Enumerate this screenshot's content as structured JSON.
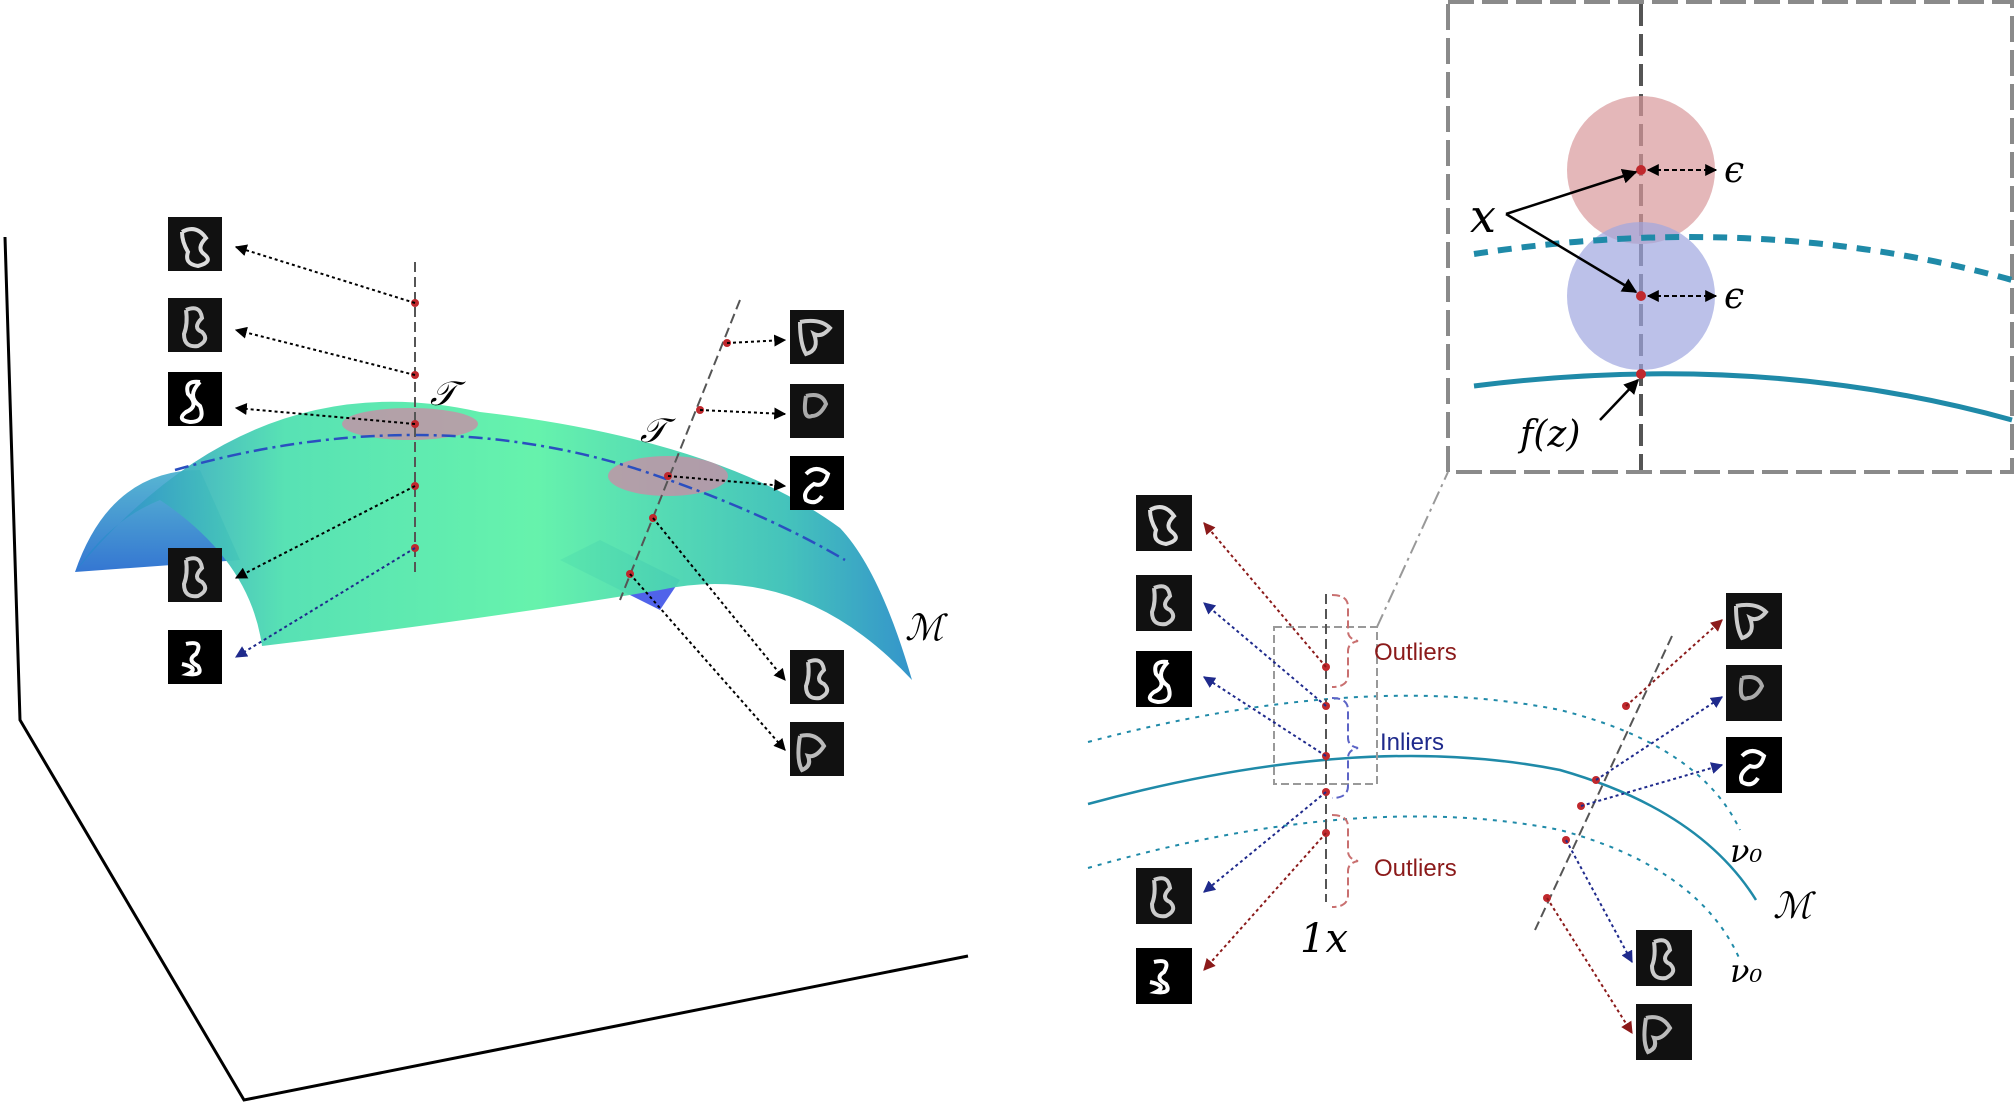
{
  "colors": {
    "outlier": "#8b1a1a",
    "inlier": "#1f2a8c",
    "manifold": "#1f8aa8",
    "surface_light": "#5ef2a8",
    "surface_dark": "#2a7fd0",
    "point": "#c0282d",
    "ball_red": "#d9999b",
    "ball_blue": "#9fa6e0",
    "inset_border": "#8a8a8a"
  },
  "left_panel": {
    "tangent_label_1": "𝒯",
    "tangent_label_2": "𝒯",
    "manifold_label": "ℳ"
  },
  "right_panel": {
    "outliers_top": "Outliers",
    "inliers": "Inliers",
    "outliers_bottom": "Outliers",
    "nu_top": "ν₀",
    "manifold_label": "ℳ",
    "nu_bottom": "ν₀",
    "x_label": "1x"
  },
  "inset": {
    "x_label": "x",
    "epsilon_top": "ϵ",
    "epsilon_bottom": "ϵ",
    "fz_label": "f(z)"
  },
  "icons": {
    "digit_thumbnail": "mnist-digit-thumbnail-icon"
  }
}
